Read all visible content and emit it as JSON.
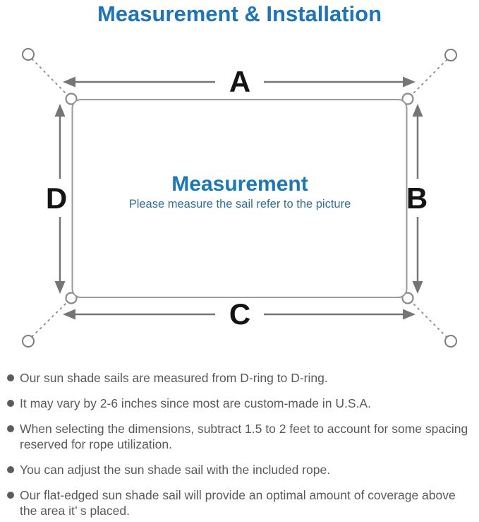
{
  "title": "Measurement & Installation",
  "diagram": {
    "labels": {
      "top": "A",
      "right": "B",
      "bottom": "C",
      "left": "D"
    },
    "center_title": "Measurement",
    "center_subtitle": "Please measure the sail refer to the picture"
  },
  "notes": [
    "Our sun shade sails are measured from D-ring to D-ring.",
    "It may vary by 2-6 inches since most are custom-made in U.S.A.",
    "When selecting the dimensions, subtract 1.5 to 2 feet to account for some spacing reserved for rope utilization.",
    "You can adjust the sun shade sail with the included rope.",
    "Our flat-edged sun shade sail will provide an optimal amount of coverage above the area it’ s placed."
  ],
  "colors": {
    "accent_blue": "#1B75BC",
    "center_title_blue": "#1878BE",
    "subtitle_blue": "#2E6FA5",
    "arrow_gray": "#757575",
    "outline_gray": "#9A9A9A",
    "text_gray": "#595959"
  }
}
